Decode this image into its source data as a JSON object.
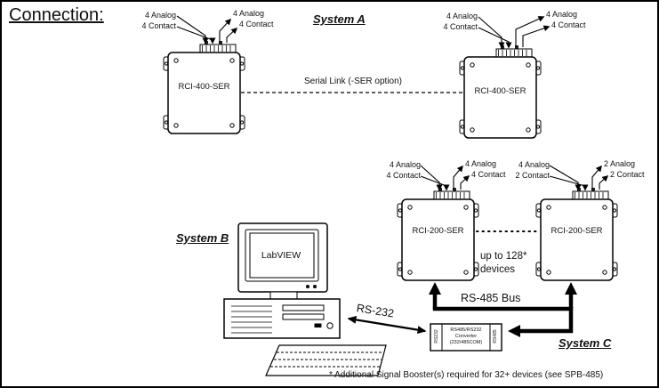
{
  "page": {
    "title": "Connection:",
    "footnote": "* Additional Signal Booster(s) required for 32+ devices (see SPB-485)"
  },
  "systems": {
    "a": "System A",
    "b": "System B",
    "c": "System C"
  },
  "links": {
    "serial": "Serial Link (-SER option)",
    "rs232": "RS-232",
    "rs485": "RS-485 Bus"
  },
  "expansion": {
    "line1": "up to 128*",
    "line2": "devices"
  },
  "computer": {
    "screen": "LabVIEW"
  },
  "converter": {
    "line1": "RS485/RS232",
    "line2": "Converter",
    "line3": "(232/485COM)",
    "left": "RS232",
    "right": "RS485"
  },
  "devices": {
    "a1": {
      "name": "RCI-400-SER",
      "in1": "4 Analog",
      "in2": "4 Contact",
      "out1": "4 Analog",
      "out2": "4 Contact"
    },
    "a2": {
      "name": "RCI-400-SER",
      "in1": "4 Analog",
      "in2": "4 Contact",
      "out1": "4 Analog",
      "out2": "4 Contact"
    },
    "c1": {
      "name": "RCI-200-SER",
      "in1": "4 Analog",
      "in2": "4 Contact",
      "out1": "4 Analog",
      "out2": "4 Contact"
    },
    "c2": {
      "name": "RCI-200-SER",
      "in1": "4 Analog",
      "in2": "2 Contact",
      "out1": "2 Analog",
      "out2": "2 Contact"
    }
  },
  "colors": {
    "ink": "#000000",
    "background": "#ffffff"
  }
}
